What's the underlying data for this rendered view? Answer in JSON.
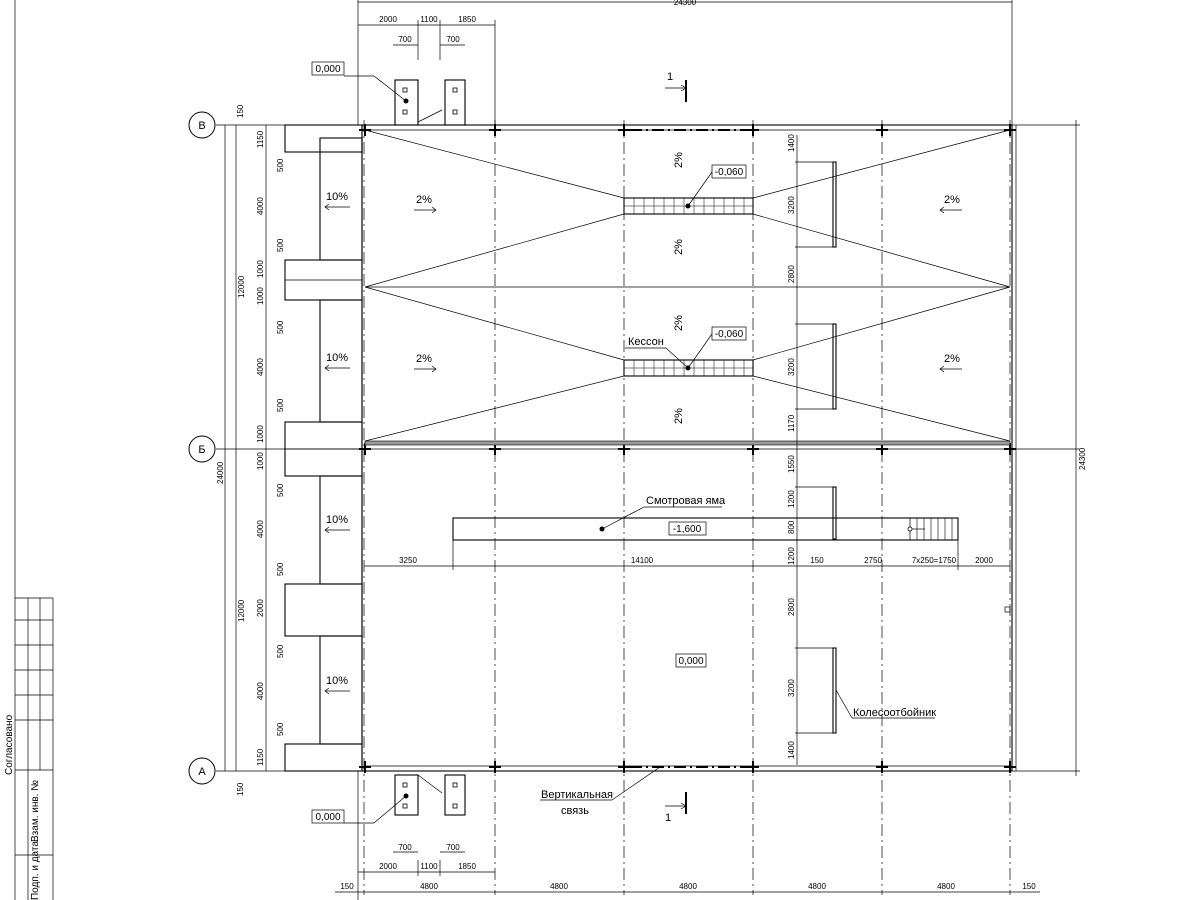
{
  "axes": {
    "rows": [
      "В",
      "Б",
      "А"
    ]
  },
  "labels": {
    "caisson": "Кессон",
    "pit": "Смотровая яма",
    "wheel_guard": "Колесоотбойник",
    "brace_line1": "Вертикальная",
    "brace_line2": "связь",
    "section": "1"
  },
  "marks": {
    "zero": "0,000",
    "tray_level": "-0,060",
    "pit_level": "-1,600"
  },
  "slopes": {
    "ten": "10%",
    "two": "2%"
  },
  "dims": {
    "total": "24300",
    "total_left": "24000",
    "bay": "4800",
    "edge": "150",
    "half": "12000",
    "gate_a": "2000",
    "gate_b": "1100",
    "gate_c": "1850",
    "col": "700",
    "top_1150": "1150",
    "d500": "500",
    "d4000": "4000",
    "d1000": "1000",
    "d2000": "2000",
    "d1400": "1400",
    "d3200": "3200",
    "d2800": "2800",
    "d1170": "1170",
    "d1550": "1550",
    "d1200": "1200",
    "d800": "800",
    "d3250": "3250",
    "d14100": "14100",
    "d2750": "2750",
    "steps": "7x250=1750"
  },
  "title_block": {
    "agreed": "Согласовано",
    "inv": "Взам. инв. №",
    "date": "Подп. и дата"
  }
}
